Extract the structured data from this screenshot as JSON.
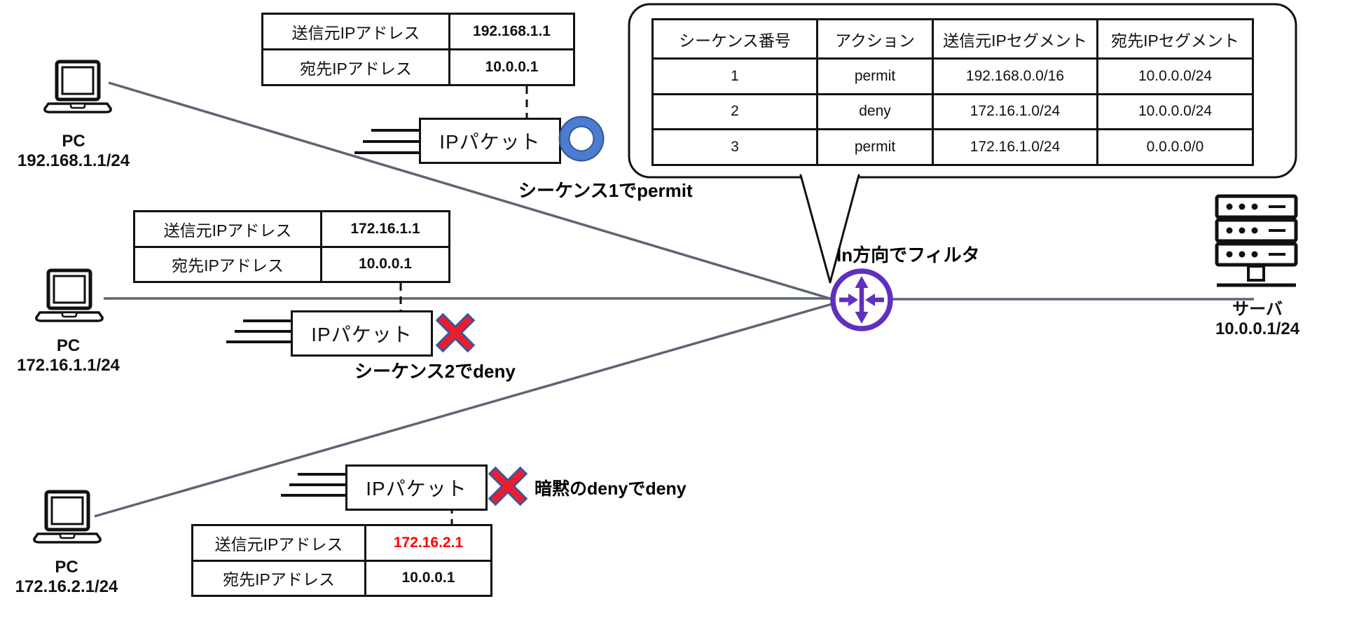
{
  "diagram_type": "network-acl-packet-filtering",
  "acl": {
    "label": "In方向でフィルタ",
    "table": {
      "headers": [
        "シーケンス番号",
        "アクション",
        "送信元IPセグメント",
        "宛先IPセグメント"
      ],
      "rows": [
        [
          "1",
          "permit",
          "192.168.0.0/16",
          "10.0.0.0/24"
        ],
        [
          "2",
          "deny",
          "172.16.1.0/24",
          "10.0.0.0/24"
        ],
        [
          "3",
          "permit",
          "172.16.1.0/24",
          "0.0.0.0/0"
        ]
      ]
    }
  },
  "devices": {
    "pc1": {
      "label": "PC",
      "ip": "192.168.1.1/24"
    },
    "pc2": {
      "label": "PC",
      "ip": "172.16.1.1/24"
    },
    "pc3": {
      "label": "PC",
      "ip": "172.16.2.1/24"
    },
    "server": {
      "label": "サーバ",
      "ip": "10.0.0.1/24"
    }
  },
  "packets": {
    "p1": {
      "box_label": "IPパケット",
      "result": "permit",
      "annotation": "シーケンス1でpermit",
      "fields": [
        {
          "label": "送信元IPアドレス",
          "value": "192.168.1.1"
        },
        {
          "label": "宛先IPアドレス",
          "value": "10.0.0.1"
        }
      ]
    },
    "p2": {
      "box_label": "IPパケット",
      "result": "deny",
      "annotation": "シーケンス2でdeny",
      "fields": [
        {
          "label": "送信元IPアドレス",
          "value": "172.16.1.1"
        },
        {
          "label": "宛先IPアドレス",
          "value": "10.0.0.1"
        }
      ]
    },
    "p3": {
      "box_label": "IPパケット",
      "result": "deny",
      "annotation": "暗黙のdenyでdeny",
      "fields": [
        {
          "label": "送信元IPアドレス",
          "value": "172.16.2.1",
          "highlight": true
        },
        {
          "label": "宛先IPアドレス",
          "value": "10.0.0.1"
        }
      ]
    }
  },
  "icons": {
    "pc": "laptop-icon",
    "server": "server-rack-icon",
    "router": "router-crossed-arrows-icon",
    "permit": "blue-circle-icon",
    "deny": "red-x-icon"
  },
  "colors": {
    "line_gray": "#5d6673",
    "router_purple": "#5e30c0",
    "permit_blue": "#4a7cd2",
    "deny_red": "#ed1c2d",
    "outline_navy": "#35589c",
    "highlight_red": "#fe0000",
    "border_black": "#111111"
  }
}
